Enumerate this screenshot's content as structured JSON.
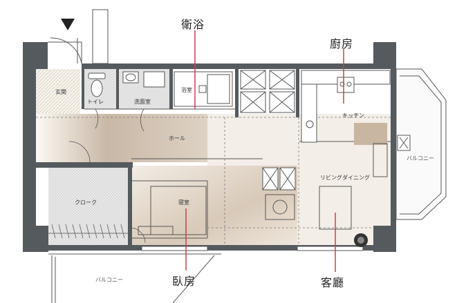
{
  "callouts": {
    "bath": "衛浴",
    "kitchen": "廚房",
    "bedroom": "臥房",
    "living": "客廳"
  },
  "rooms": {
    "entrance": "玄関",
    "toilet": "トイレ",
    "washroom": "洗面室",
    "bathroom": "浴室",
    "hall": "ホール",
    "kitchen": "キッチン",
    "closet": "クローク",
    "bedroom": "寝室",
    "living_dining": "リビングダイニング",
    "balcony_right": "バルコニー",
    "balcony_bottom": "バルコニー"
  },
  "colors": {
    "wall": "#555a5e",
    "callout_line": "#d33a4a",
    "floor": "#e6dccf",
    "tile": "#d9d9d9"
  }
}
